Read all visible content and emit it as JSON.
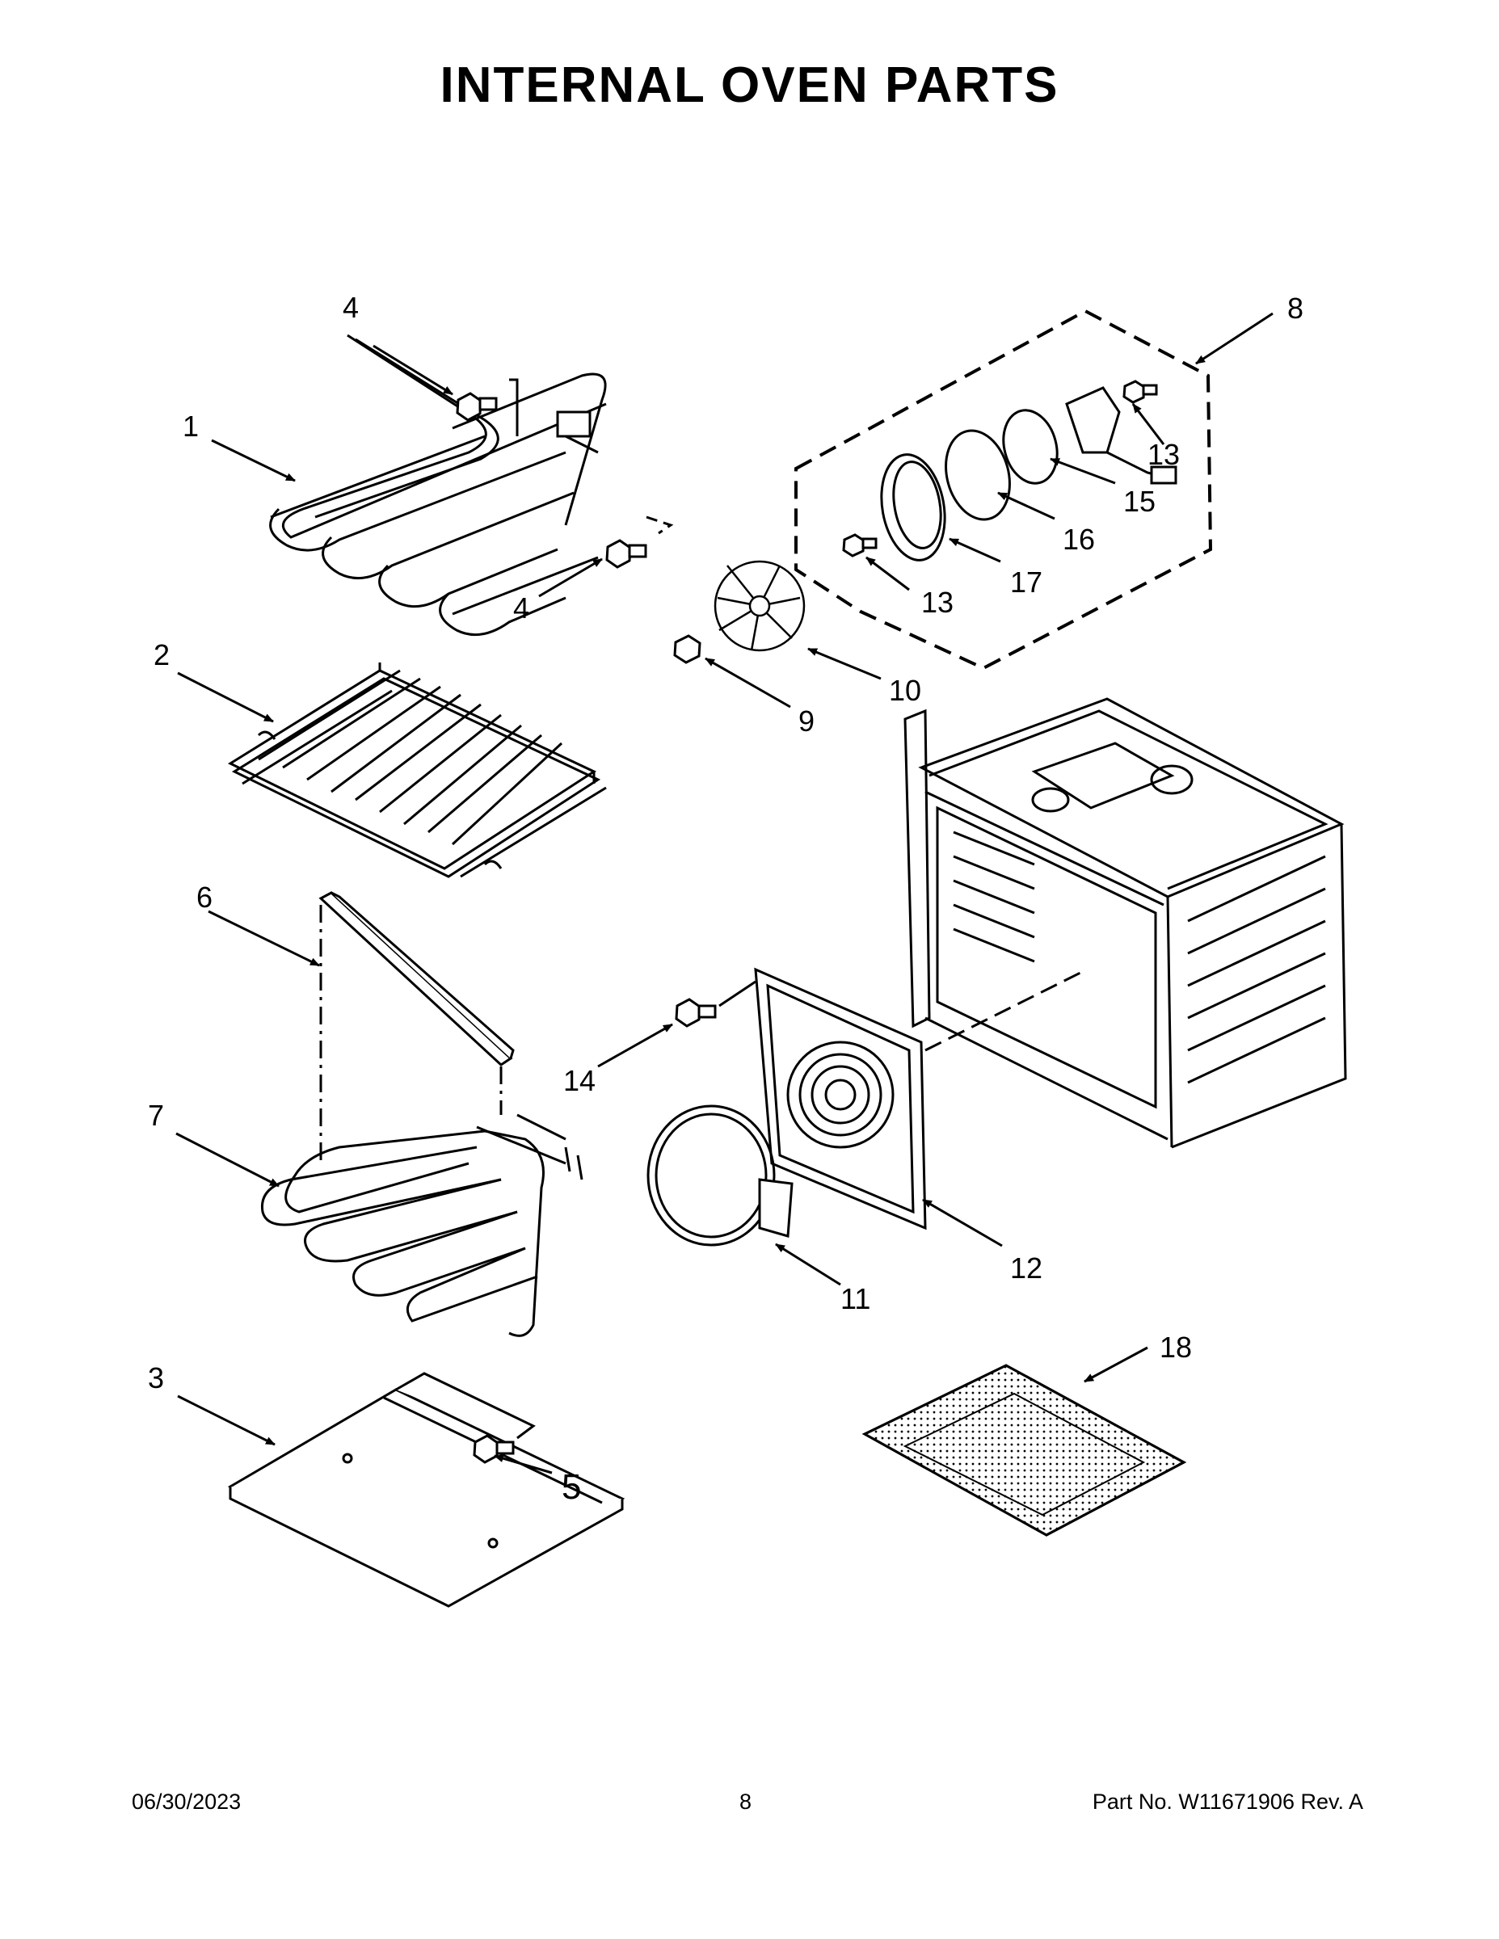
{
  "title": "INTERNAL OVEN PARTS",
  "callouts": {
    "c1": "1",
    "c2": "2",
    "c3": "3",
    "c4a": "4",
    "c4b": "4",
    "c5": "5",
    "c6": "6",
    "c7": "7",
    "c8": "8",
    "c9": "9",
    "c10": "10",
    "c11": "11",
    "c12": "12",
    "c13a": "13",
    "c13b": "13",
    "c14": "14",
    "c15": "15",
    "c16": "16",
    "c17": "17",
    "c18": "18"
  },
  "footer": {
    "date": "06/30/2023",
    "page": "8",
    "part": "Part No.  W11671906  Rev.  A"
  }
}
